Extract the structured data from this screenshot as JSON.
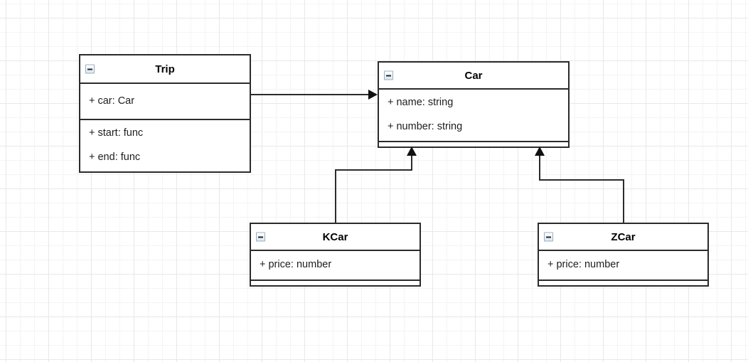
{
  "diagram": {
    "type": "uml-class-diagram",
    "title": "",
    "background": "#ffffff",
    "grid": {
      "minor": 20,
      "major": 60,
      "minor_color": "#f4f4f4",
      "major_color": "#e8e8e8"
    },
    "line_color": "#2b2b2b",
    "classes": [
      {
        "id": "trip",
        "name": "Trip",
        "collapse_icon": "minus-icon",
        "attributes": [
          "+ car: Car"
        ],
        "methods": [
          "+ start: func",
          "+ end: func"
        ],
        "has_footer_strip": false
      },
      {
        "id": "car",
        "name": "Car",
        "collapse_icon": "minus-icon",
        "attributes": [
          "+ name: string",
          "+ number: string"
        ],
        "methods": [],
        "has_footer_strip": true
      },
      {
        "id": "kcar",
        "name": "KCar",
        "collapse_icon": "minus-icon",
        "attributes": [
          "+ price: number"
        ],
        "methods": [],
        "has_footer_strip": true
      },
      {
        "id": "zcar",
        "name": "ZCar",
        "collapse_icon": "minus-icon",
        "attributes": [
          "+ price: number"
        ],
        "methods": [],
        "has_footer_strip": true
      }
    ],
    "relations": [
      {
        "id": "trip-car",
        "from": "Trip",
        "to": "Car",
        "kind": "association",
        "arrow": "solid-filled-right"
      },
      {
        "id": "kcar-car",
        "from": "KCar",
        "to": "Car",
        "kind": "generalization",
        "arrow": "solid-filled-up"
      },
      {
        "id": "zcar-car",
        "from": "ZCar",
        "to": "Car",
        "kind": "generalization",
        "arrow": "solid-filled-up"
      }
    ]
  }
}
